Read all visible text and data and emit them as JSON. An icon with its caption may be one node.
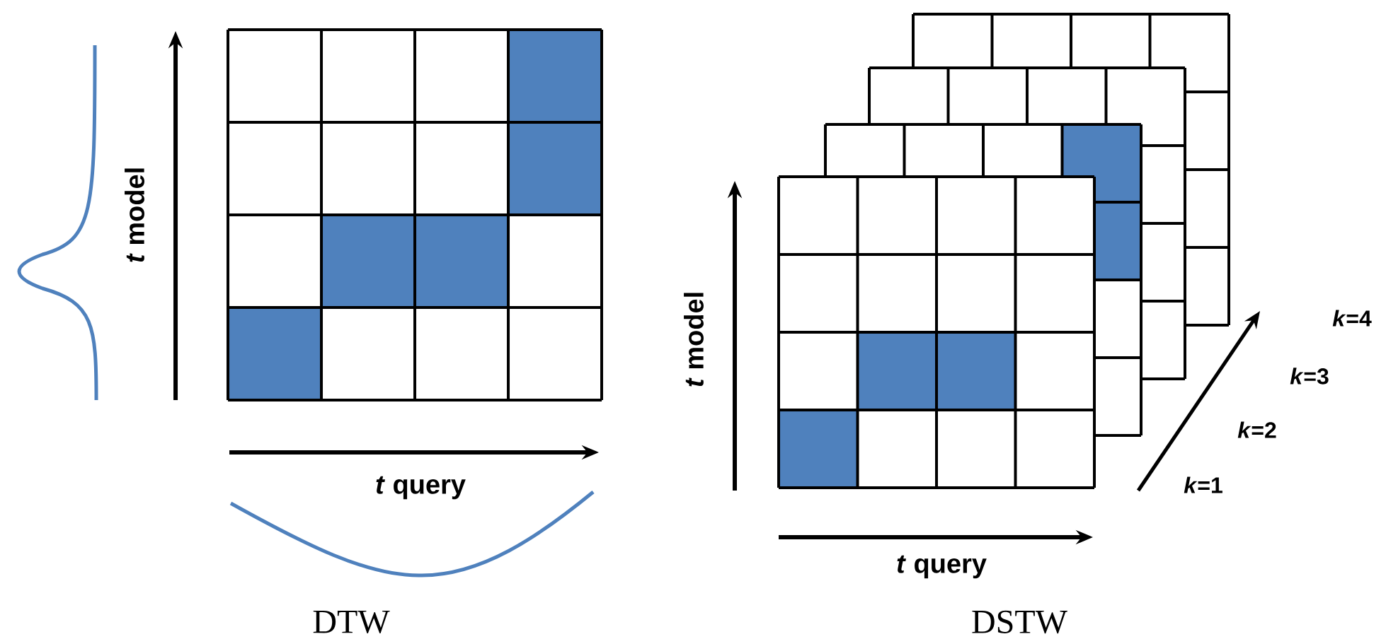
{
  "diagram": {
    "labels": [
      "*t* model",
      "*t* query",
      "DTW",
      "*t* model",
      "*k*=4",
      "*k*=3",
      "*k*=2",
      "*k*=1",
      "*t* query",
      "DSTW"
    ]
  }
}
